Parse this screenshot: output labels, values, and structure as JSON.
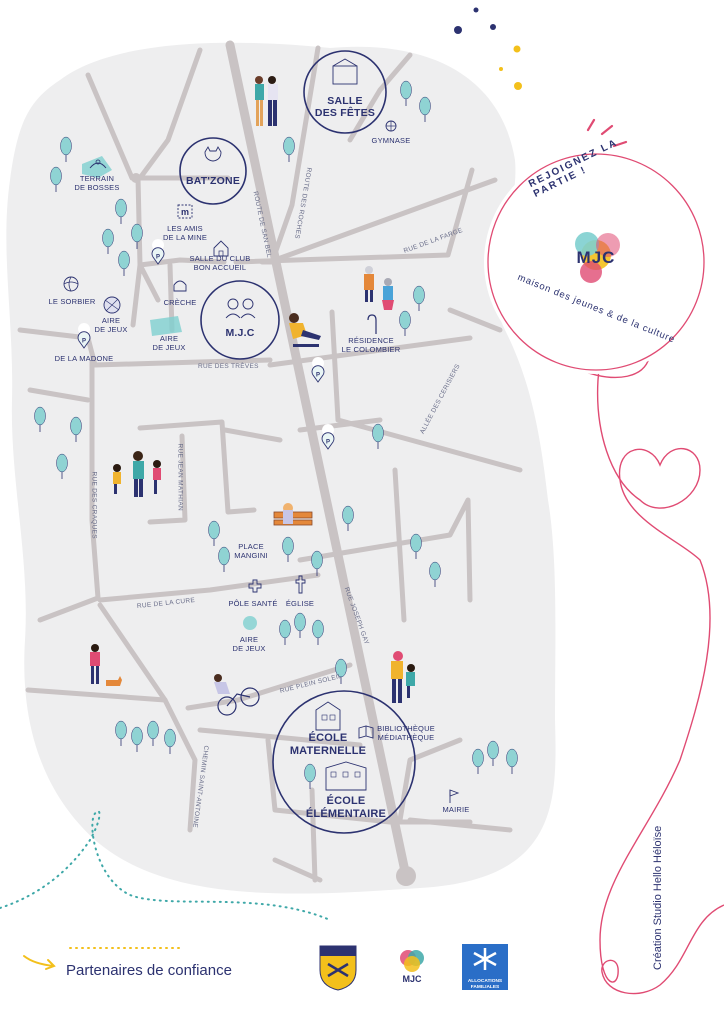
{
  "places": {
    "salle_des_fetes": [
      "SALLE",
      "DES FÊTES"
    ],
    "gymnase": "GYMNASE",
    "batzone": "BAT'ZONE",
    "terrain_de_bosses": [
      "TERRAIN",
      "DE BOSSES"
    ],
    "les_amis_de_la_mine": [
      "LES AMIS",
      "DE LA MINE"
    ],
    "salle_du_club": [
      "SALLE DU CLUB",
      "BON ACCUEIL"
    ],
    "le_sorbier": "LE SORBIER",
    "creche": "CRÈCHE",
    "aire_de_jeux_1": [
      "AIRE",
      "DE JEUX"
    ],
    "aire_de_jeux_2": [
      "AIRE",
      "DE JEUX"
    ],
    "aire_de_jeux_3": [
      "AIRE",
      "DE JEUX"
    ],
    "de_la_madone": "DE LA MADONE",
    "mjc": "M.J.C",
    "residence": [
      "RÉSIDENCE",
      "LE COLOMBIER"
    ],
    "place_mangini": [
      "PLACE",
      "MANGINI"
    ],
    "pole_sante": "PÔLE SANTÉ",
    "eglise": "ÉGLISE",
    "bibliotheque": [
      "BIBLIOTHÈQUE",
      "MÉDIATHÈQUE"
    ],
    "ecole_maternelle": [
      "ÉCOLE",
      "MATERNELLE"
    ],
    "ecole_elementaire": [
      "ÉCOLE",
      "ÉLÉMENTAIRE"
    ],
    "mairie": "MAIRIE"
  },
  "streets": {
    "route_des_roches": "ROUTE DES ROCHES",
    "route_de_san_bel": "ROUTE DE SAN BEL",
    "rue_de_la_farge": "RUE DE LA FARGE",
    "rue_des_treves": "RUE DES TRÈVES",
    "allee_des_cerisiers": "ALLÉE DES CERISIERS",
    "rue_jean_mathian": "RUE JEAN MATHIAN",
    "rue_des_craques": "RUE DES CRAQUES",
    "rue_de_la_cure": "RUE DE LA CURE",
    "rue_joseph_gay": "RUE JOSEPH GAY",
    "rue_plein_soleil": "RUE PLEIN SOLEIL",
    "chemin_saint_antoine": "CHEMIN SAINT-ANTOINE"
  },
  "badge": {
    "top_text": "REJOIGNEZ LA PARTIE !",
    "bottom_text": "maison des jeunes & de la culture",
    "logo_text": "MJC"
  },
  "footer": {
    "partners_label": "Partenaires de confiance",
    "credit": "Création Studio Hello Héloïse",
    "partner_mjc_text": "MJC",
    "partner_caf_text": [
      "ALLOCATIONS",
      "FAMILIALES"
    ]
  },
  "colors": {
    "navy": "#2c3270",
    "road": "#c9c3c4",
    "map_bg": "#eeeeef",
    "tree": "#8fd3d3",
    "pink": "#e04b73",
    "yellow": "#f3c01b",
    "teal": "#7ecfcf"
  }
}
